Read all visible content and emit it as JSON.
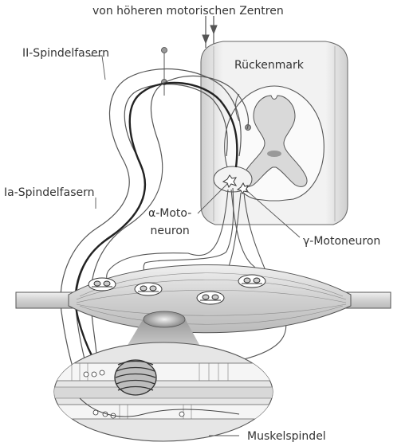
{
  "labels": {
    "higher_centers": "von höheren motorischen Zentren",
    "spindle_ii": "II-Spindelfasern",
    "spinal_cord": "Rückenmark",
    "spindle_ia": "Ia-Spindelfasern",
    "alpha_line1": "α-Moto-",
    "alpha_line2": "neuron",
    "gamma": "γ-Motoneuron",
    "muscle_spindle": "Muskelspindel"
  },
  "colors": {
    "stroke": "#555555",
    "gray_matter": "#d9d9d9",
    "spinal_column": "#ebebeb",
    "muscle": "#dedede",
    "magnifier": "#bdbdbd"
  }
}
